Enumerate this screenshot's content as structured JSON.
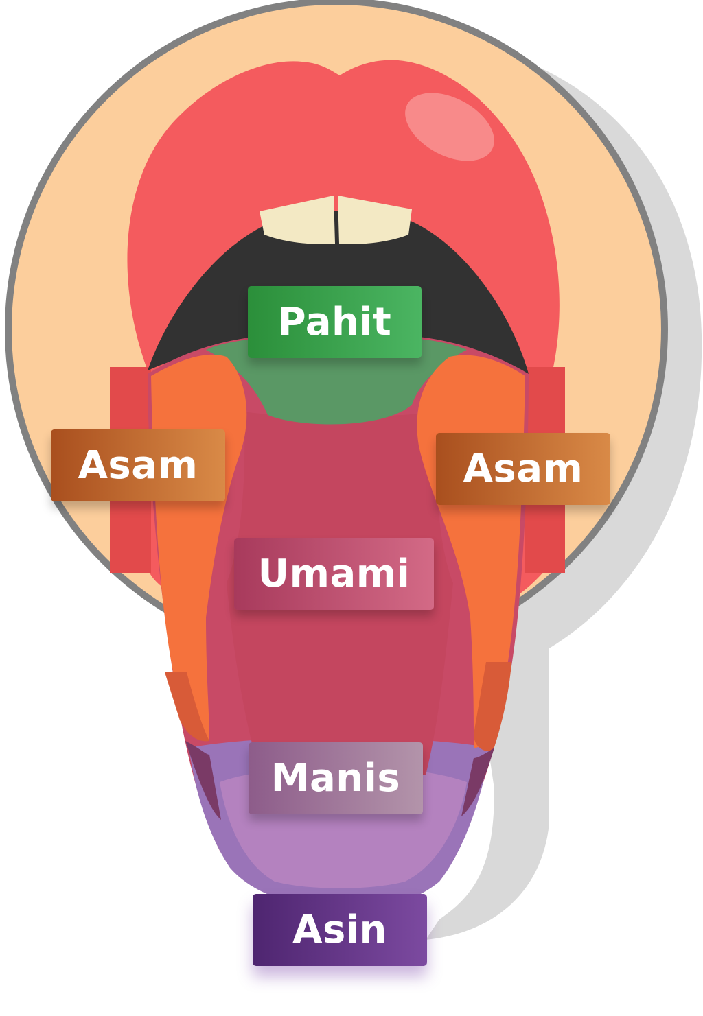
{
  "diagram": {
    "labels": {
      "bitter": "Pahit",
      "sour_left": "Asam",
      "sour_right": "Asam",
      "umami": "Umami",
      "sweet": "Manis",
      "salty": "Asin"
    },
    "colors": {
      "face": "#fcce9c",
      "lips": "#f45b5e",
      "mouth": "#323232",
      "teeth": "#f3e9c4",
      "bitter": "#2b8f3a",
      "sour": "#f5723d",
      "umami": "#c84a66",
      "sweet": "#b784c0",
      "salty": "#9a74b8"
    }
  }
}
